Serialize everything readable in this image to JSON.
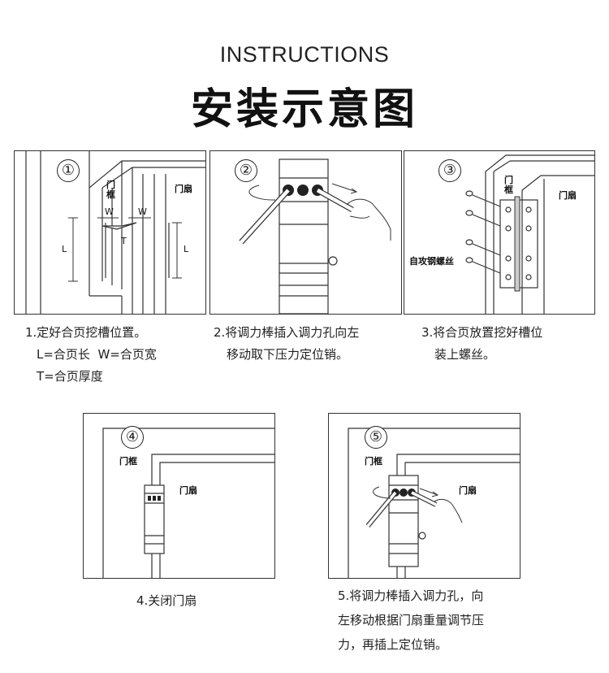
{
  "header": {
    "title_en": "INSTRUCTIONS",
    "title_cn": "安装示意图"
  },
  "steps": [
    {
      "number": "①",
      "labels": {
        "frame": "门\n框",
        "door": "门扇",
        "w1": "W",
        "w2": "W",
        "t": "T",
        "l1": "L",
        "l2": "L"
      },
      "caption": [
        "1.定好合页挖槽位置。",
        "L=合页长  W=合页宽",
        "T=合页厚度"
      ]
    },
    {
      "number": "②",
      "caption": [
        "2.将调力棒插入调力孔向左",
        "移动取下压力定位销。"
      ]
    },
    {
      "number": "③",
      "labels": {
        "frame": "门\n框",
        "door": "门扇",
        "screw": "自攻钢螺丝"
      },
      "caption": [
        "3.将合页放置挖好槽位",
        "装上螺丝。"
      ]
    },
    {
      "number": "④",
      "labels": {
        "frame": "门框",
        "door": "门扇"
      },
      "caption": [
        "4.关闭门扇"
      ]
    },
    {
      "number": "⑤",
      "labels": {
        "frame": "门框",
        "door": "门扇"
      },
      "caption": [
        "5.将调力棒插入调力孔，向",
        "左移动根据门扇重量调节压",
        "力，再插上定位销。"
      ]
    }
  ]
}
